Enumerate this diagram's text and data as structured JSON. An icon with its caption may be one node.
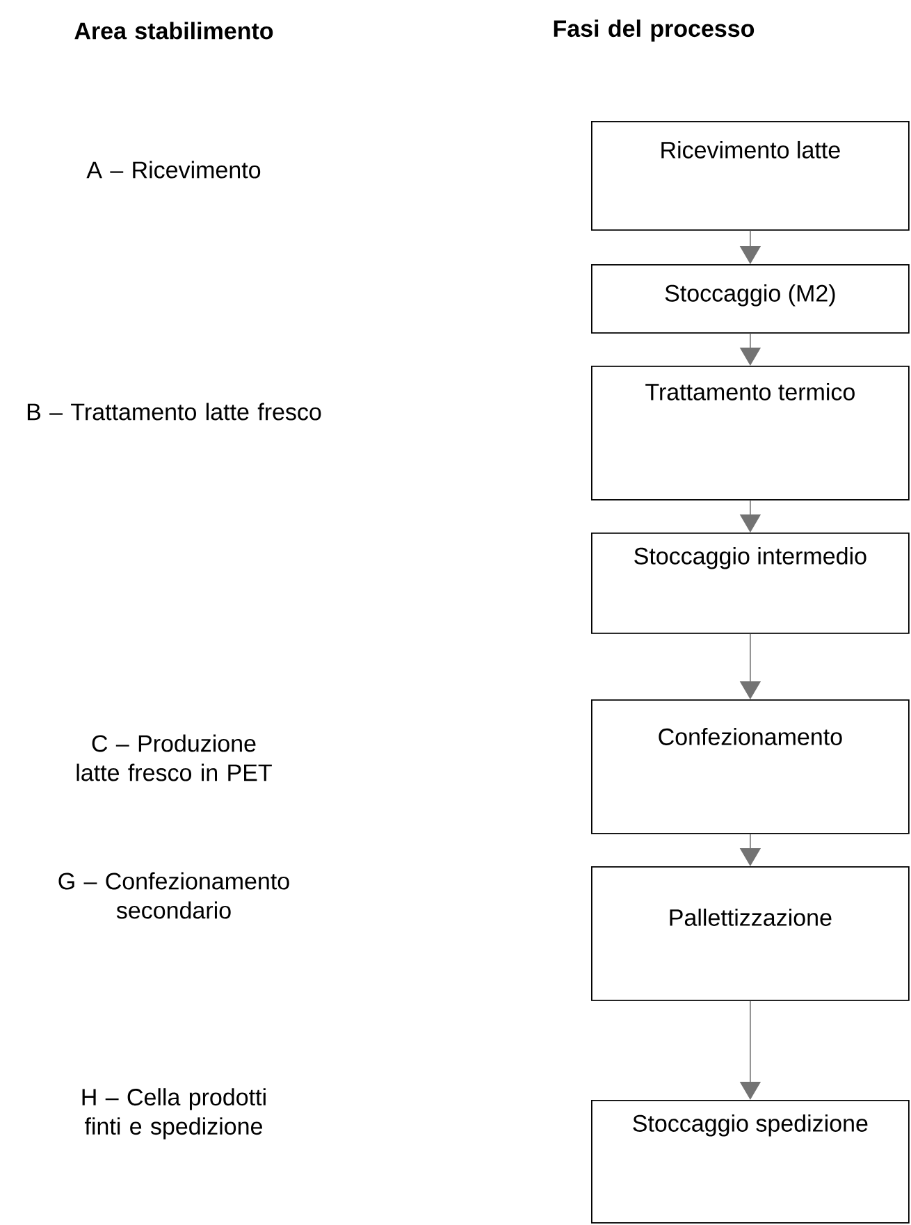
{
  "diagram": {
    "nodes": [
      {
        "text": [
          "Ricevimento latte"
        ]
      },
      {
        "text": [
          "Stoccaggio (M2)"
        ]
      },
      {
        "text": [
          "Trattamento termico"
        ]
      },
      {
        "text": [
          "Stoccaggio intermedio"
        ]
      },
      {
        "text": [
          "Confezionamento"
        ]
      },
      {
        "text": [
          "Pallettizzazione"
        ]
      },
      {
        "text": [
          "Stoccaggio spedizione"
        ]
      }
    ],
    "edges": [
      {
        "from": 0,
        "to": 1,
        "arrow": "to"
      },
      {
        "from": 1,
        "to": 2,
        "arrow": "to"
      },
      {
        "from": 2,
        "to": 3,
        "arrow": "to"
      },
      {
        "from": 3,
        "to": 4,
        "arrow": "to"
      },
      {
        "from": 4,
        "to": 5,
        "arrow": "to"
      },
      {
        "from": 5,
        "to": 6,
        "arrow": "to"
      }
    ],
    "labels": [
      "Area stabilimento",
      "Fasi del processo",
      "A – Ricevimento",
      "B – Trattamento latte fresco",
      "C – Produzione latte fresco in PET",
      "G – Confezionamento secondario",
      "H – Cella prodotti finti e spedizione"
    ]
  }
}
